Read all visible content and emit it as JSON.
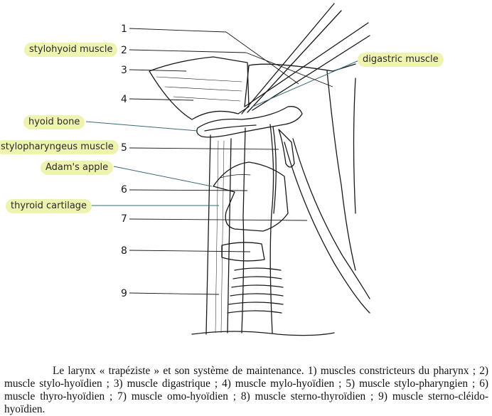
{
  "figure": {
    "numbers": [
      "1",
      "2",
      "3",
      "4",
      "5",
      "6",
      "7",
      "8",
      "9"
    ],
    "labels": {
      "stylohyoid": "stylohyoid muscle",
      "digastric": "digastric muscle",
      "hyoid_bone": "hyoid bone",
      "stylopharyngeus": "stylopharyngeus muscle",
      "adams_apple": "Adam's apple",
      "thyroid_cartilage": "thyroid cartilage"
    },
    "colors": {
      "highlight": "#eef3b0",
      "label_line": "#3a6b78",
      "ink": "#1a1a1a"
    }
  },
  "caption": "Le larynx « trapéziste » et son système de maintenance. 1) muscles constricteurs du pharynx ; 2) muscle stylo-hyoïdien ; 3) muscle digastrique ; 4) muscle mylo-hyoïdien ; 5) muscle stylo-pharyngien ; 6) muscle thyro-hyoïdien ; 7) muscle omo-hyoïdien ; 8) muscle sterno-thyroïdien ; 9) muscle sterno-cléido-hyoïdien."
}
